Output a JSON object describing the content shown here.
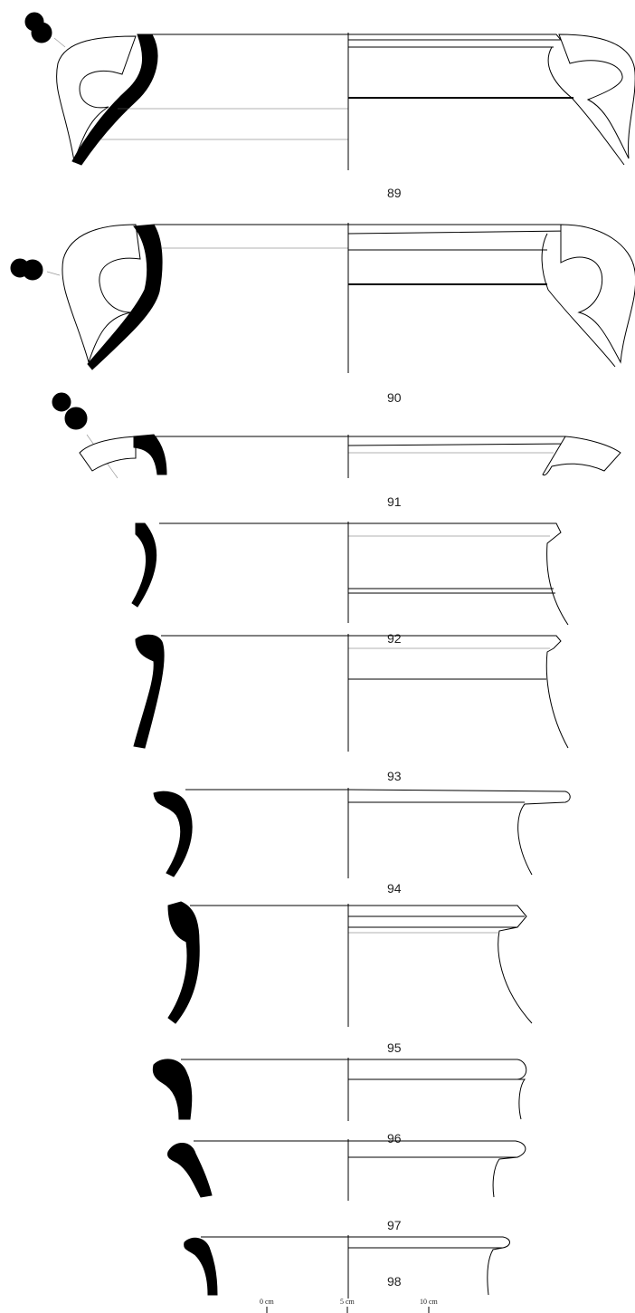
{
  "figures": [
    {
      "id": "89",
      "label": "89"
    },
    {
      "id": "90",
      "label": "90"
    },
    {
      "id": "91",
      "label": "91"
    },
    {
      "id": "92",
      "label": "92"
    },
    {
      "id": "93",
      "label": "93"
    },
    {
      "id": "94",
      "label": "94"
    },
    {
      "id": "95",
      "label": "95"
    },
    {
      "id": "96",
      "label": "96"
    },
    {
      "id": "97",
      "label": "97"
    },
    {
      "id": "98",
      "label": "98"
    }
  ],
  "scale": {
    "labels": [
      "0 cm",
      "5 cm",
      "10 cm"
    ]
  }
}
